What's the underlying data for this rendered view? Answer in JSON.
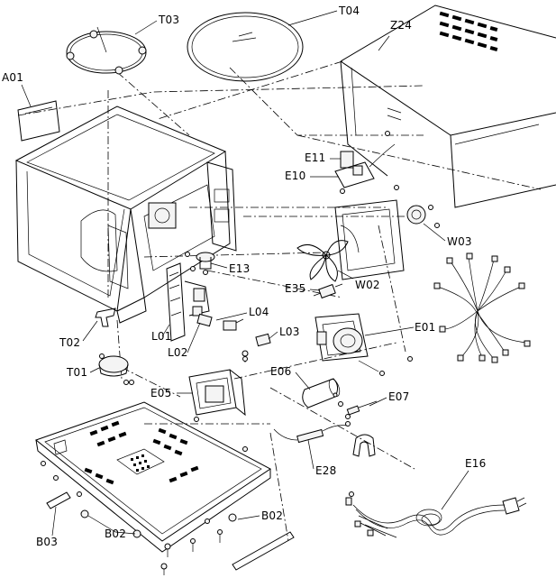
{
  "parts": {
    "T03": "T03",
    "T04": "T04",
    "Z24": "Z24",
    "A01": "A01",
    "E11": "E11",
    "E10": "E10",
    "W03": "W03",
    "E13": "E13",
    "E35": "E35",
    "W02": "W02",
    "L04": "L04",
    "L01": "L01",
    "L02": "L02",
    "L03": "L03",
    "E01": "E01",
    "T02": "T02",
    "T01": "T01",
    "E06": "E06",
    "E07": "E07",
    "E05": "E05",
    "E28": "E28",
    "E16": "E16",
    "B02_right": "B02",
    "B02_left": "B02",
    "B03": "B03"
  }
}
